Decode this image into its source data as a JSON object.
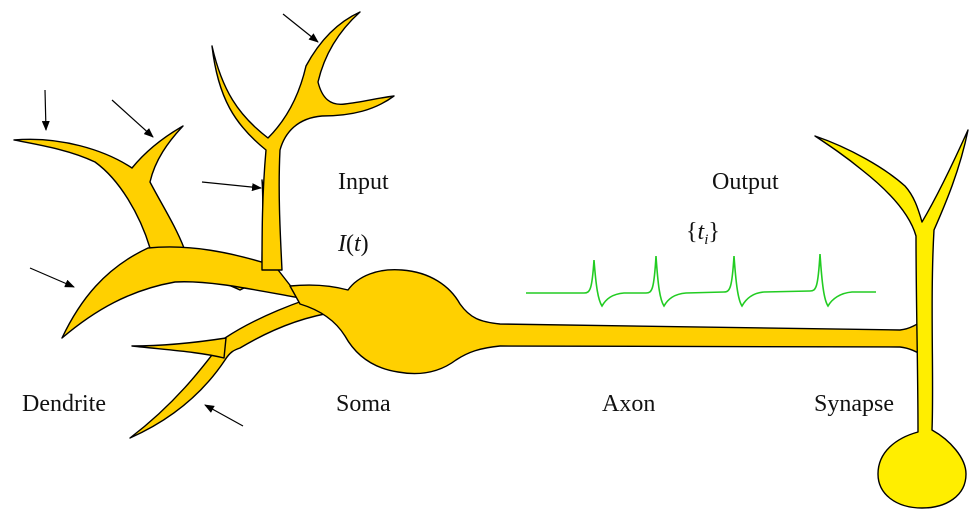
{
  "labels": {
    "input": "Input",
    "input_signal": {
      "symbol": "I",
      "open": "(",
      "variable": "t",
      "close": ")"
    },
    "output": "Output",
    "output_signal": {
      "open": "{",
      "symbol": "t",
      "subscript": "i",
      "close": "}"
    },
    "dendrite": "Dendrite",
    "soma": "Soma",
    "axon": "Axon",
    "synapse": "Synapse"
  },
  "colors": {
    "neuron_fill": "#ffd000",
    "neuron_outline": "#000000",
    "synapse_fill": "#ffee00",
    "spike_trace": "#22cc22",
    "arrow": "#000000"
  },
  "spike_train": {
    "spike_count": 4
  }
}
